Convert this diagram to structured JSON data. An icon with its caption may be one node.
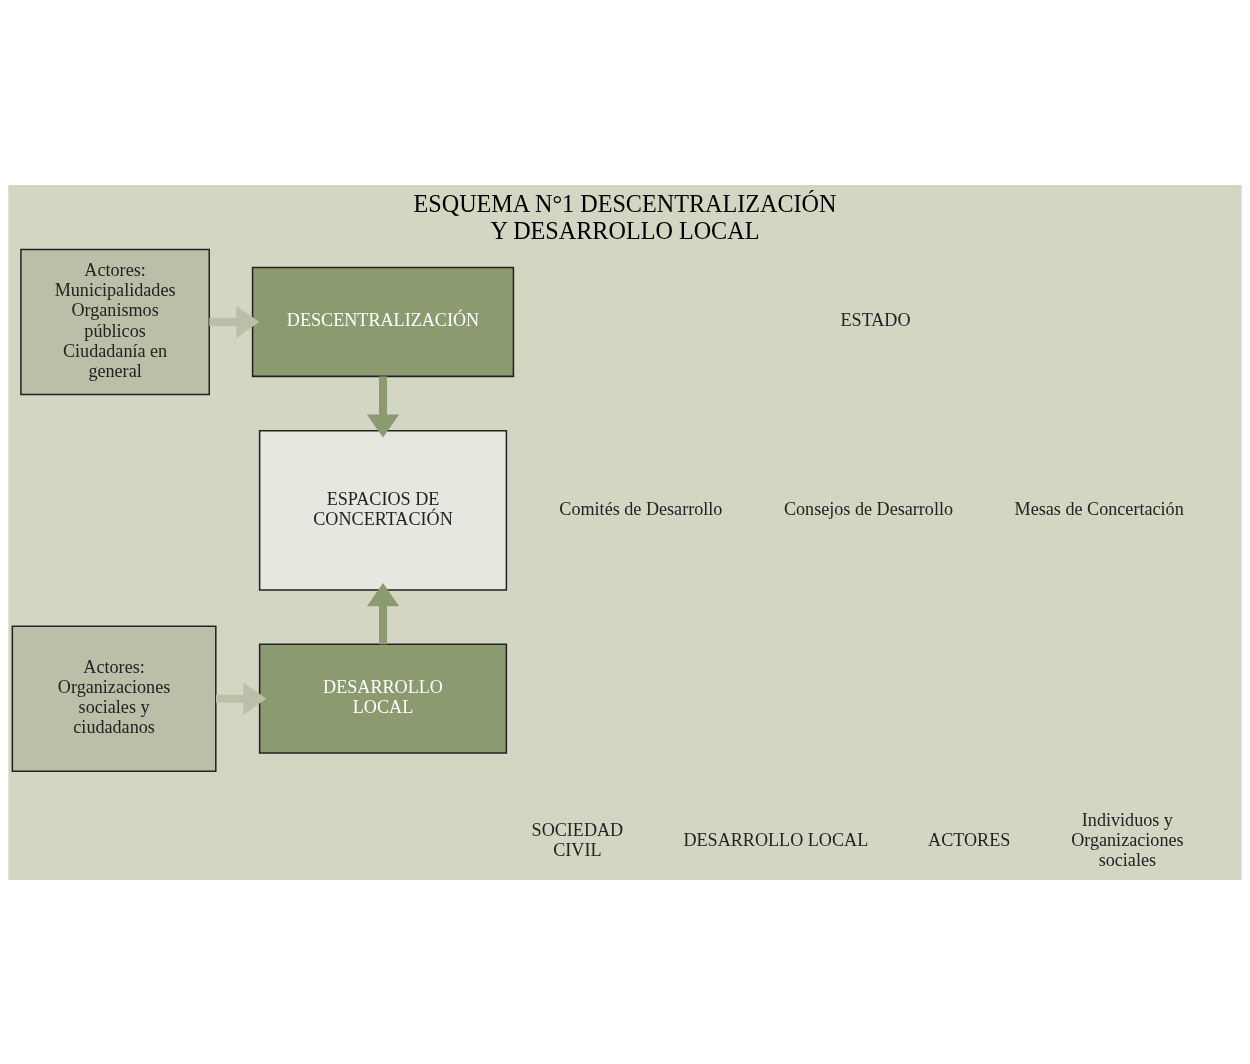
{
  "diagram": {
    "title": "ESQUEMA N°1 DESCENTRALIZACIÓN Y DESARROLLO LOCAL",
    "nodes": [
      {
        "text": [
          "DESCENTRALIZACIÓN"
        ]
      },
      {
        "text": [
          "Actores:",
          "Municipalidades Organismos públicos Ciudadanía en general"
        ]
      },
      {
        "text": [
          "ESPACIOS DE CONCERTACIÓN"
        ]
      },
      {
        "text": [
          "DESARROLLO LOCAL"
        ]
      },
      {
        "text": [
          "Actores:",
          "Organizaciones sociales y ciudadanos"
        ]
      }
    ],
    "edges": [
      {
        "from": 1,
        "to": 0,
        "arrow": "to",
        "color": "#bcbfa8"
      },
      {
        "from": 0,
        "to": 2,
        "arrow": "to",
        "color": "#8c9a70"
      },
      {
        "from": 3,
        "to": 2,
        "arrow": "to",
        "color": "#8c9a70"
      },
      {
        "from": 4,
        "to": 3,
        "arrow": "to",
        "color": "#bcbfa8"
      }
    ],
    "labels": [
      "ESTADO",
      "Comités de Desarrollo",
      "Consejos de Desarrollo",
      "Mesas de Concertación",
      "SOCIEDAD CIVIL",
      "DESARROLLO LOCAL",
      "ACTORES",
      "Individuos y Organizaciones sociales"
    ]
  }
}
